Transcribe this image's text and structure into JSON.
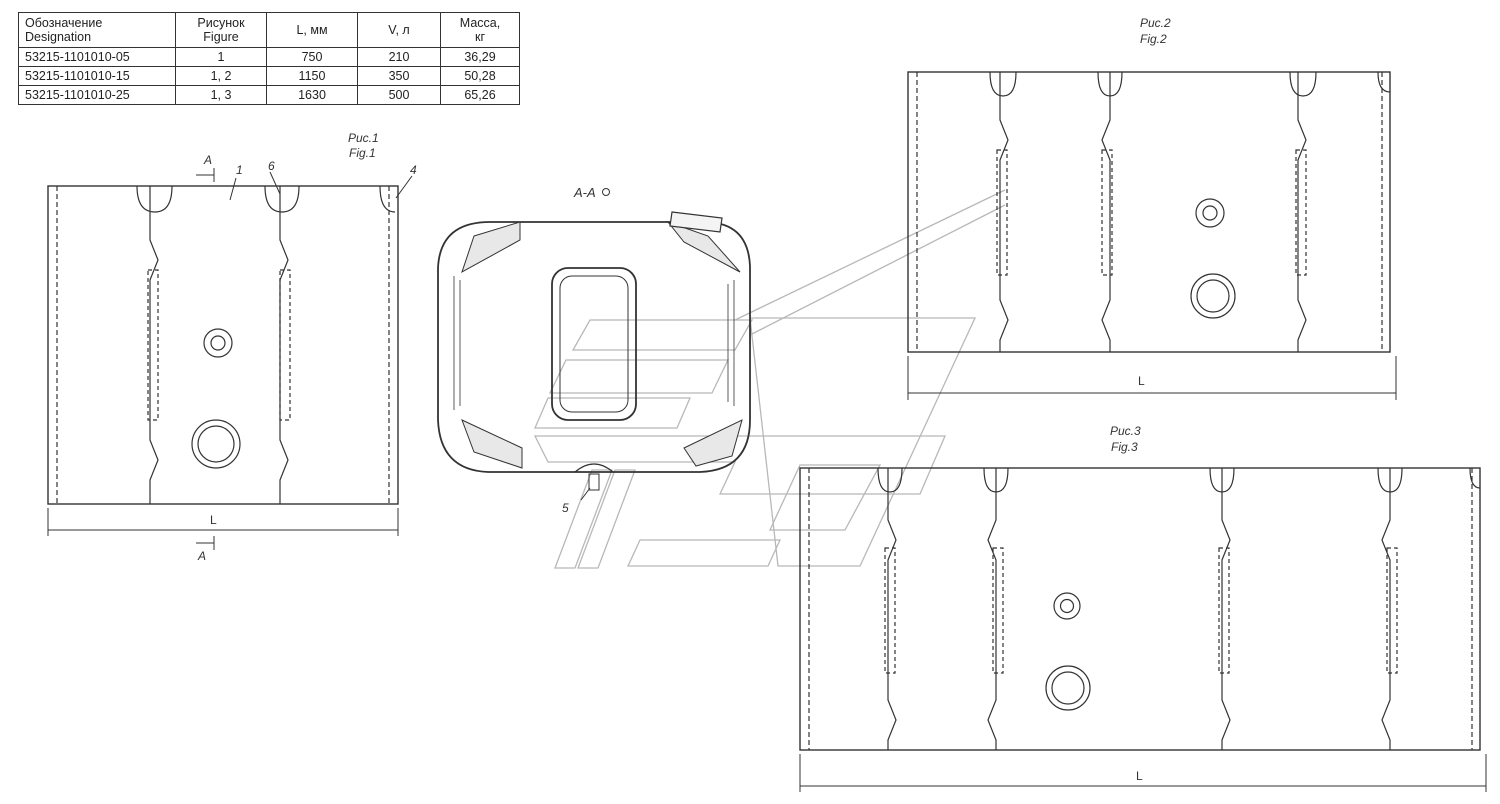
{
  "table": {
    "headers": [
      "Обозначение\nDesignation",
      "Рисунок\nFigure",
      "L, мм",
      "V, л",
      "Масса,\nкг"
    ],
    "rows": [
      [
        "53215-1101010-05",
        "1",
        "750",
        "210",
        "36,29"
      ],
      [
        "53215-1101010-15",
        "1, 2",
        "1150",
        "350",
        "50,28"
      ],
      [
        "53215-1101010-25",
        "1, 3",
        "1630",
        "500",
        "65,26"
      ]
    ]
  },
  "fig1": {
    "title_ru": "Рис.1",
    "title_en": "Fig.1",
    "dim": "L",
    "callouts": [
      "1",
      "6",
      "4"
    ],
    "section_mark": "A"
  },
  "section": {
    "title": "А-А",
    "callout": "5"
  },
  "fig2": {
    "title_ru": "Рис.2",
    "title_en": "Fig.2",
    "dim": "L"
  },
  "fig3": {
    "title_ru": "Рис.3",
    "title_en": "Fig.3",
    "dim": "L"
  }
}
